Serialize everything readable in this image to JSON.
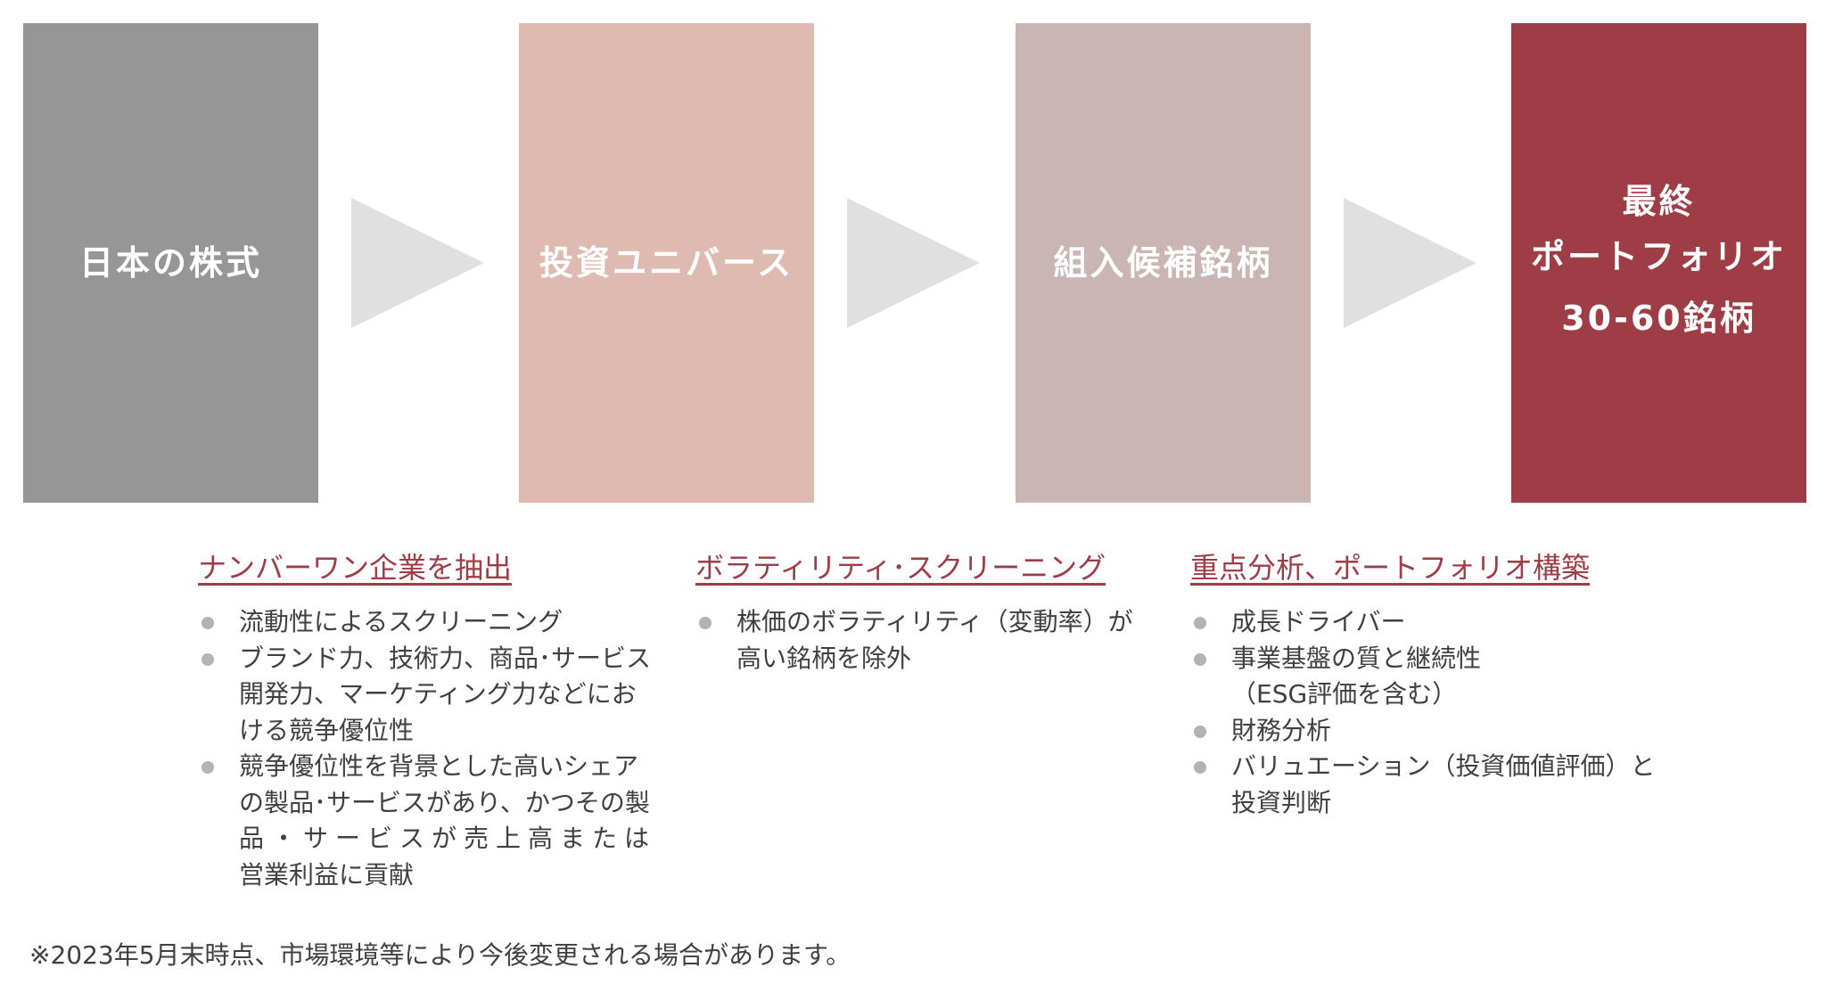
{
  "stages": [
    {
      "lines": [
        "日本の株式"
      ],
      "color": "#969696"
    },
    {
      "lines": [
        "投資ユニバース"
      ],
      "color": "#dfbab1"
    },
    {
      "lines": [
        "組入候補銘柄"
      ],
      "color": "#cbb5b4"
    },
    {
      "lines": [
        "最終",
        "ポートフォリオ",
        "30-60銘柄"
      ],
      "color": "#9e3d45"
    }
  ],
  "arrow_color": "#e0e0e0",
  "accent_color": "#9e3d45",
  "steps": [
    {
      "heading": "ナンバーワン企業を抽出",
      "bullets": [
        {
          "lines": [
            "流動性によるスクリーニング"
          ]
        },
        {
          "lines": [
            "ブランド力、技術力、商品･サービス",
            "開発力、マーケティング力などにお",
            "ける競争優位性"
          ]
        },
        {
          "lines": [
            "競争優位性を背景とした高いシェア",
            "の製品･サービスがあり、かつその製",
            "品・サービスが売上高または",
            "営業利益に貢献"
          ]
        }
      ]
    },
    {
      "heading": "ボラティリティ･スクリーニング",
      "bullets": [
        {
          "lines": [
            "株価のボラティリティ（変動率）が",
            "高い銘柄を除外"
          ]
        }
      ]
    },
    {
      "heading": "重点分析、ポートフォリオ構築",
      "bullets": [
        {
          "lines": [
            "成長ドライバー"
          ]
        },
        {
          "lines": [
            "事業基盤の質と継続性",
            "（ESG評価を含む）"
          ]
        },
        {
          "lines": [
            "財務分析"
          ]
        },
        {
          "lines": [
            "バリュエーション（投資価値評価）と",
            "投資判断"
          ]
        }
      ]
    }
  ],
  "footnote": "※2023年5月末時点、市場環境等により今後変更される場合があります。"
}
